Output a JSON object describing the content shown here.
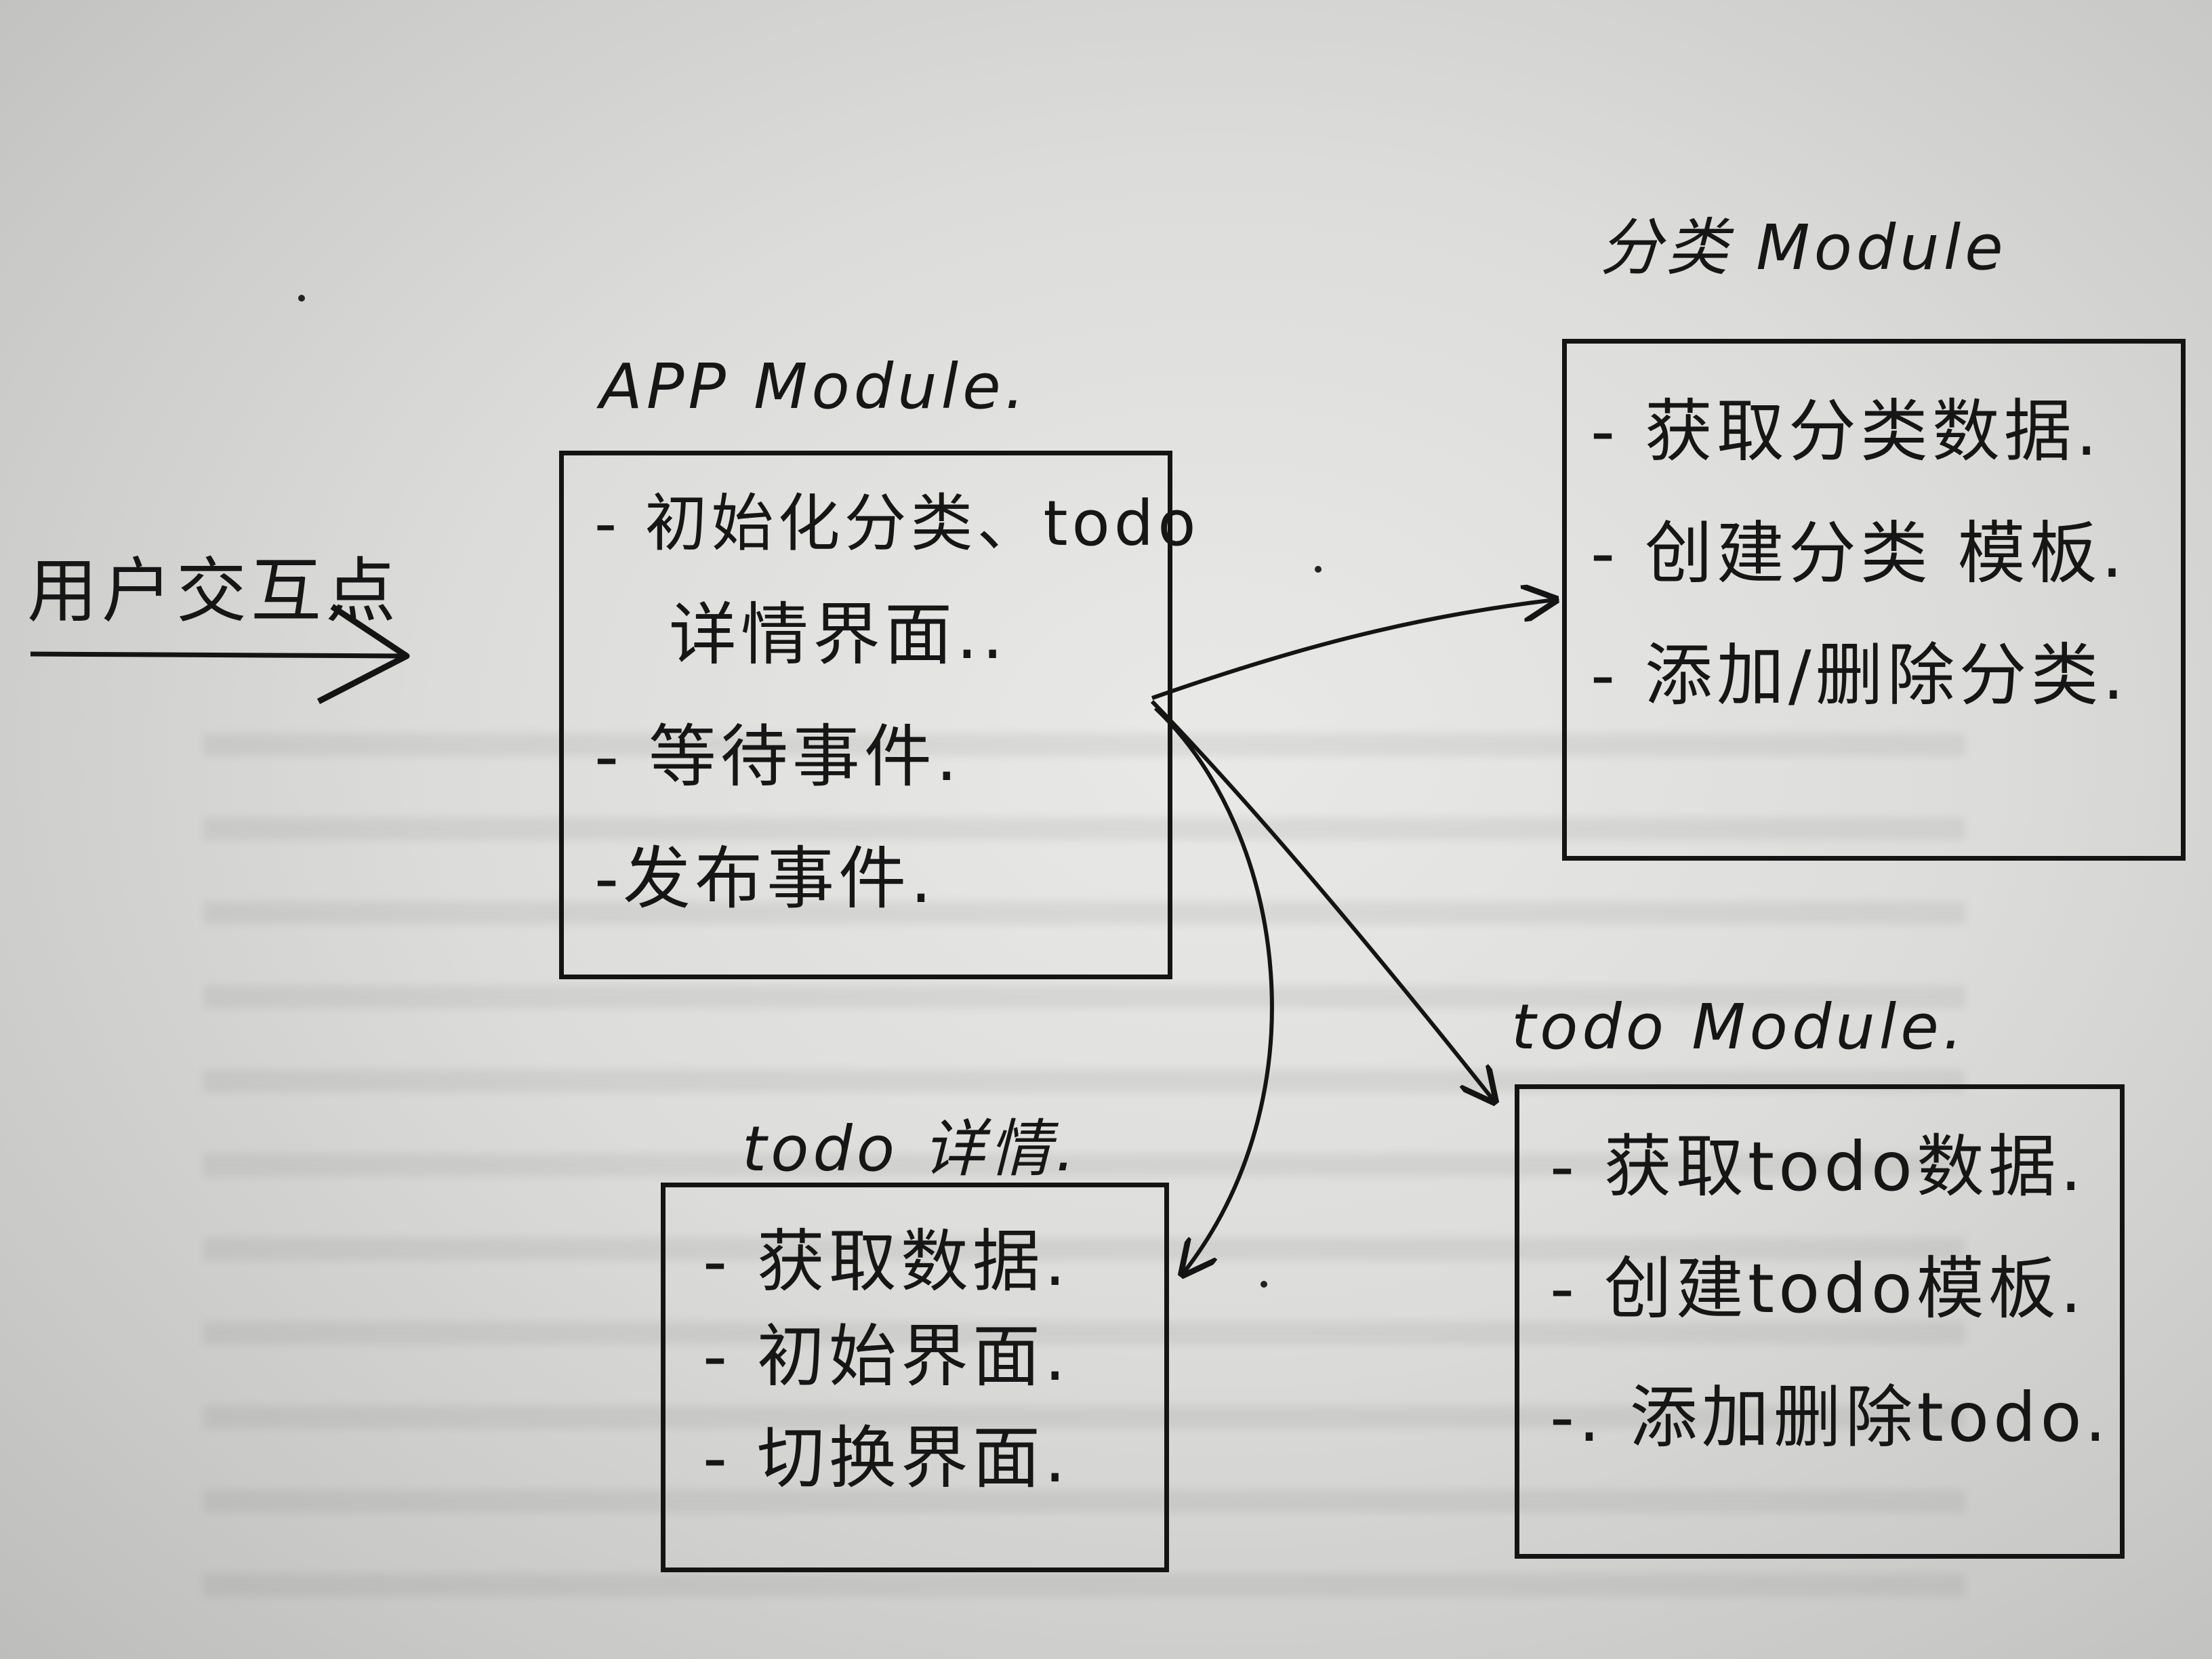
{
  "entry": {
    "label": "用户交互点"
  },
  "app_module": {
    "title": "APP Module.",
    "items": [
      "- 初始化分类、todo",
      "详情界面..",
      "- 等待事件.",
      "-发布事件."
    ]
  },
  "category_module": {
    "title": "分类 Module",
    "items": [
      "- 获取分类数据.",
      "- 创建分类 模板.",
      "- 添加/删除分类."
    ]
  },
  "todo_module": {
    "title": "todo Module.",
    "items": [
      "- 获取todo数据.",
      "- 创建todo模板.",
      "-. 添加删除todo."
    ]
  },
  "todo_detail": {
    "title": "todo 详情.",
    "items": [
      "- 获取数据.",
      "- 初始界面.",
      "- 切换界面."
    ]
  }
}
